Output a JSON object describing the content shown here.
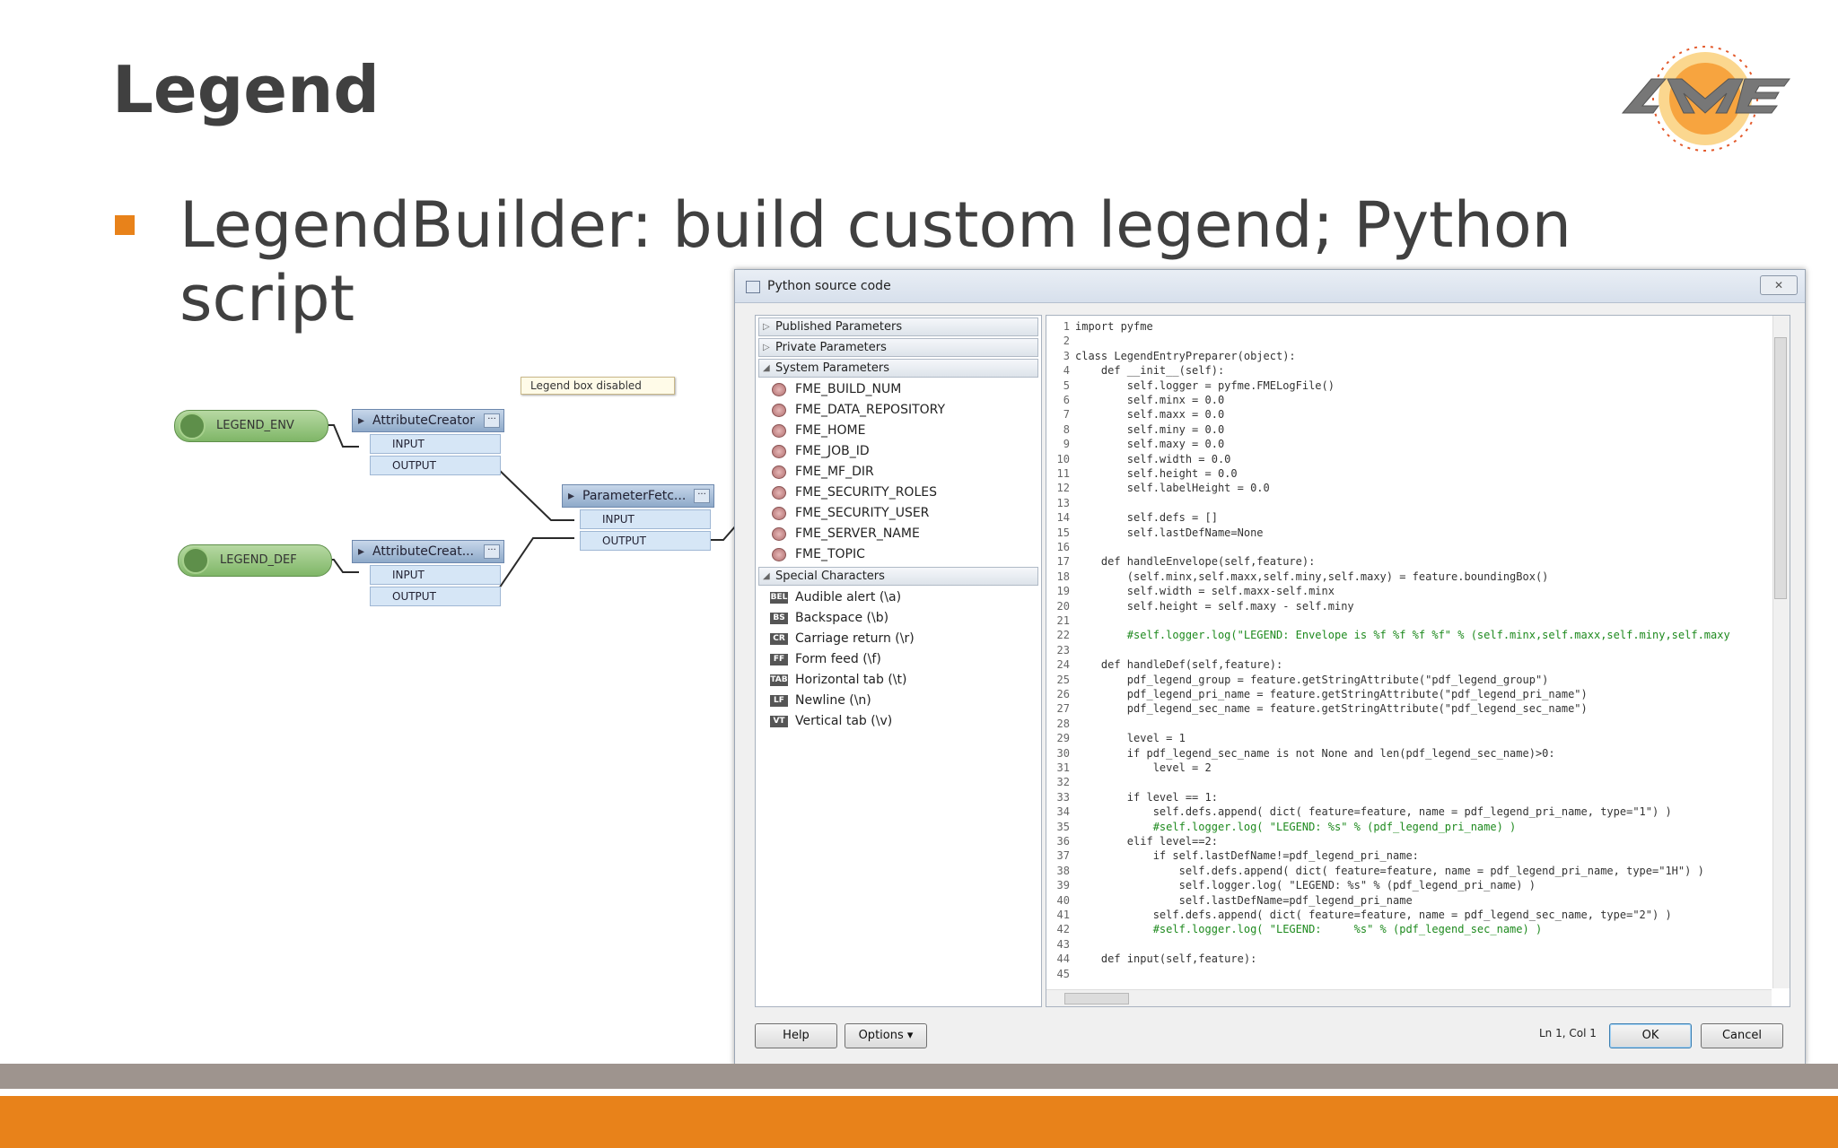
{
  "slide": {
    "title": "Legend",
    "bullet": "LegendBuilder: build custom legend; Python script",
    "colors": {
      "accent": "#e8821a",
      "title": "#404040",
      "bottom_bar_gray": "#9e948e"
    }
  },
  "logo": {
    "text": "FME",
    "icon": "fme-logo"
  },
  "workflow": {
    "note": "Legend box disabled",
    "readers": [
      {
        "label": "LEGEND_ENV"
      },
      {
        "label": "LEGEND_DEF"
      }
    ],
    "transformers": [
      {
        "name": "AttributeCreator",
        "ports": [
          "INPUT",
          "OUTPUT"
        ]
      },
      {
        "name": "AttributeCreat...",
        "ports": [
          "INPUT",
          "OUTPUT"
        ]
      },
      {
        "name": "ParameterFetc...",
        "ports": [
          "INPUT",
          "OUTPUT"
        ]
      }
    ]
  },
  "dialog": {
    "title": "Python source code",
    "sections": {
      "published": "Published Parameters",
      "private": "Private Parameters",
      "system": "System Parameters",
      "special": "Special Characters"
    },
    "system_parameters": [
      "FME_BUILD_NUM",
      "FME_DATA_REPOSITORY",
      "FME_HOME",
      "FME_JOB_ID",
      "FME_MF_DIR",
      "FME_SECURITY_ROLES",
      "FME_SECURITY_USER",
      "FME_SERVER_NAME",
      "FME_TOPIC"
    ],
    "special_characters": [
      {
        "code": "BEL",
        "label": "Audible alert (\\a)"
      },
      {
        "code": "BS",
        "label": "Backspace (\\b)"
      },
      {
        "code": "CR",
        "label": "Carriage return (\\r)"
      },
      {
        "code": "FF",
        "label": "Form feed (\\f)"
      },
      {
        "code": "TAB",
        "label": "Horizontal tab (\\t)"
      },
      {
        "code": "LF",
        "label": "Newline (\\n)"
      },
      {
        "code": "VT",
        "label": "Vertical tab (\\v)"
      }
    ],
    "code_lines": [
      "import pyfme",
      "",
      "class LegendEntryPreparer(object):",
      "    def __init__(self):",
      "        self.logger = pyfme.FMELogFile()",
      "        self.minx = 0.0",
      "        self.maxx = 0.0",
      "        self.miny = 0.0",
      "        self.maxy = 0.0",
      "        self.width = 0.0",
      "        self.height = 0.0",
      "        self.labelHeight = 0.0",
      "",
      "        self.defs = []",
      "        self.lastDefName=None",
      "",
      "    def handleEnvelope(self,feature):",
      "        (self.minx,self.maxx,self.miny,self.maxy) = feature.boundingBox()",
      "        self.width = self.maxx-self.minx",
      "        self.height = self.maxy - self.miny",
      "",
      "        #self.logger.log(\"LEGEND: Envelope is %f %f %f %f\" % (self.minx,self.maxx,self.miny,self.maxy",
      "",
      "    def handleDef(self,feature):",
      "        pdf_legend_group = feature.getStringAttribute(\"pdf_legend_group\")",
      "        pdf_legend_pri_name = feature.getStringAttribute(\"pdf_legend_pri_name\")",
      "        pdf_legend_sec_name = feature.getStringAttribute(\"pdf_legend_sec_name\")",
      "",
      "        level = 1",
      "        if pdf_legend_sec_name is not None and len(pdf_legend_sec_name)>0:",
      "            level = 2",
      "",
      "        if level == 1:",
      "            self.defs.append( dict( feature=feature, name = pdf_legend_pri_name, type=\"1\") )",
      "            #self.logger.log( \"LEGEND: %s\" % (pdf_legend_pri_name) )",
      "        elif level==2:",
      "            if self.lastDefName!=pdf_legend_pri_name:",
      "                self.defs.append( dict( feature=feature, name = pdf_legend_pri_name, type=\"1H\") )",
      "                self.logger.log( \"LEGEND: %s\" % (pdf_legend_pri_name) )",
      "                self.lastDefName=pdf_legend_pri_name",
      "            self.defs.append( dict( feature=feature, name = pdf_legend_sec_name, type=\"2\") )",
      "            #self.logger.log( \"LEGEND:     %s\" % (pdf_legend_sec_name) )",
      "",
      "    def input(self,feature):",
      ""
    ],
    "status": "Ln 1, Col 1",
    "buttons": {
      "help": "Help",
      "options": "Options",
      "ok": "OK",
      "cancel": "Cancel"
    }
  }
}
